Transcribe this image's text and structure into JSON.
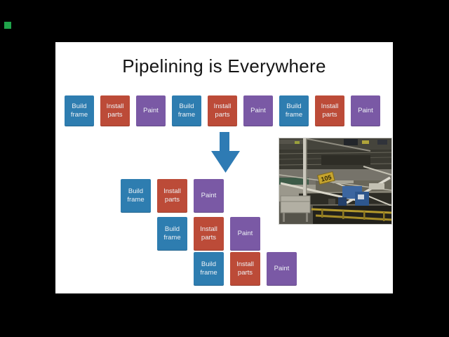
{
  "frame": {
    "background_color": "#000000",
    "status_dot_color": "#1FA34A"
  },
  "slide": {
    "title": "Pipelining is Everywhere",
    "background_color": "#FFFFFF"
  },
  "box_types": {
    "build": {
      "label": "Build\nframe",
      "color": "#2E7DB0"
    },
    "install": {
      "label": "Install\nparts",
      "color": "#BC4B38"
    },
    "paint": {
      "label": "Paint",
      "color": "#7A59A5"
    }
  },
  "assembly_row": [
    "build",
    "install",
    "paint",
    "build",
    "install",
    "paint",
    "build",
    "install",
    "paint"
  ],
  "pipeline_rows": [
    [
      "build",
      "install",
      "paint"
    ],
    [
      "build",
      "install",
      "paint"
    ],
    [
      "build",
      "install",
      "paint"
    ]
  ],
  "arrow": {
    "direction": "down",
    "color": "#2E7BB4"
  },
  "photo": {
    "alt": "car factory assembly line",
    "sign_text": "105"
  }
}
